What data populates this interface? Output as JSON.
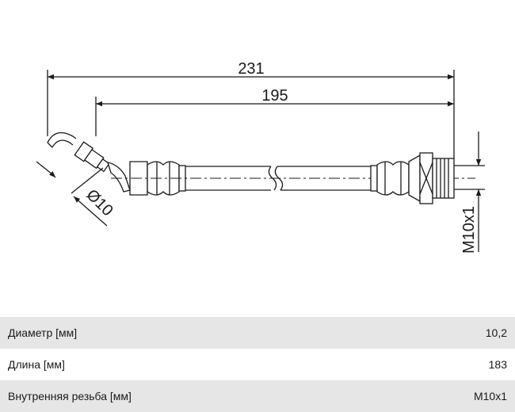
{
  "drawing": {
    "dim_total": "231",
    "dim_inner": "195",
    "dim_diameter": "Ø10",
    "dim_thread": "M10x1"
  },
  "specs": [
    {
      "label": "Диаметр [мм]",
      "value": "10,2"
    },
    {
      "label": "Длина [мм]",
      "value": "183"
    },
    {
      "label": "Внутренняя резьба [мм]",
      "value": "M10x1"
    }
  ]
}
